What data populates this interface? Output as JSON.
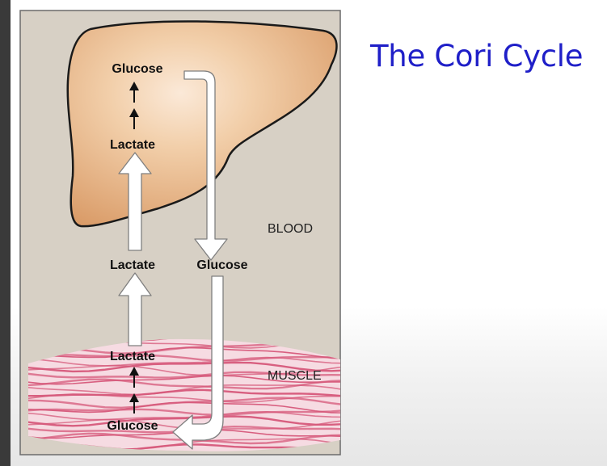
{
  "title": "The Cori Cycle",
  "diagram": {
    "liver": {
      "glucose_label": "Glucose",
      "lactate_label": "Lactate"
    },
    "blood": {
      "region_label": "BLOOD",
      "lactate_label": "Lactate",
      "glucose_label": "Glucose"
    },
    "muscle": {
      "region_label": "MUSCLE",
      "lactate_label": "Lactate",
      "glucose_label": "Glucose"
    }
  },
  "colors": {
    "title": "#1f1fc8",
    "panel_background": "#d7d0c5",
    "liver_fill": "#e8b98e",
    "muscle_fiber": "#d6587a",
    "arrow_fill": "#ffffff"
  }
}
